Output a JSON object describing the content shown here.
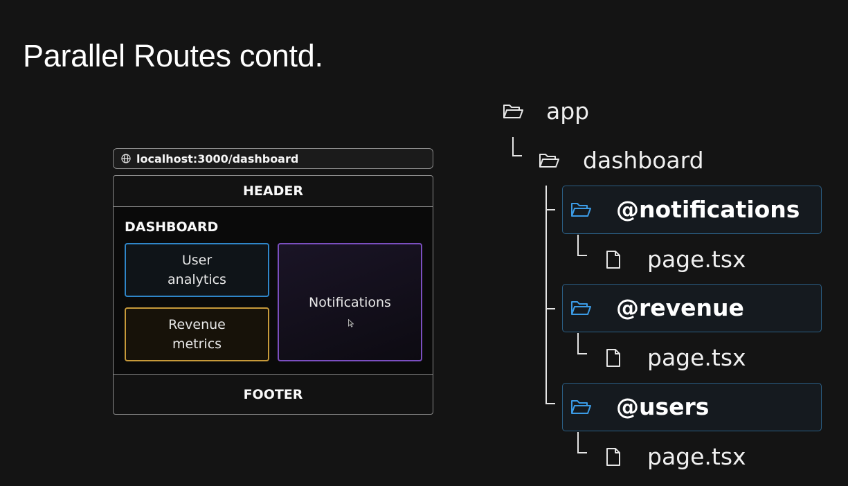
{
  "slide": {
    "title": "Parallel Routes contd."
  },
  "browser": {
    "url": "localhost:3000/dashboard",
    "header": "HEADER",
    "footer": "FOOTER",
    "dashboard_label": "DASHBOARD",
    "slots": {
      "users": "User analytics",
      "revenue": "Revenue metrics",
      "notifications": "Notifications"
    },
    "colors": {
      "users": "#2f86c9",
      "revenue": "#c79a3a",
      "notifications": "#7b4fc0"
    }
  },
  "tree": {
    "root": {
      "name": "app",
      "icon": "folder-open-icon"
    },
    "dashboard": {
      "name": "dashboard",
      "icon": "folder-open-icon"
    },
    "slots": [
      {
        "name": "@notifications",
        "icon": "folder-open-icon",
        "file": "page.tsx"
      },
      {
        "name": "@revenue",
        "icon": "folder-open-icon",
        "file": "page.tsx"
      },
      {
        "name": "@users",
        "icon": "folder-open-icon",
        "file": "page.tsx"
      }
    ],
    "slot_folder_color": "#3b9be6"
  }
}
